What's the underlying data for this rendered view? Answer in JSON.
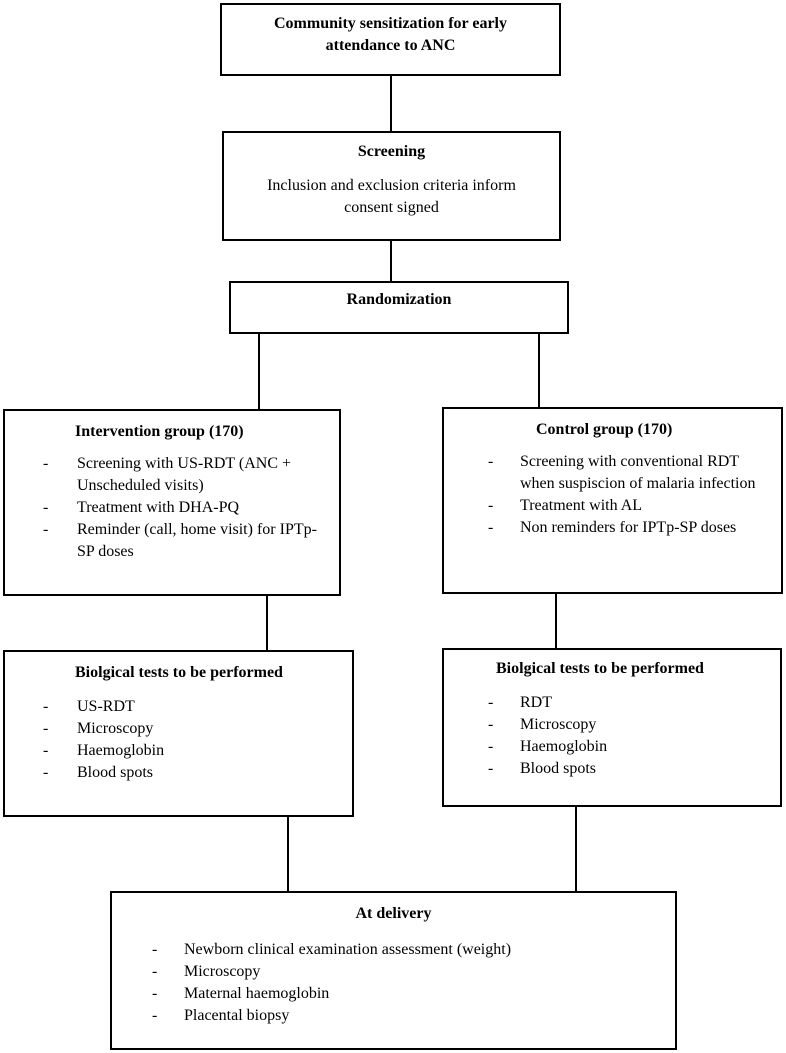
{
  "diagram": {
    "community": {
      "title": "Community sensitization for early attendance to ANC"
    },
    "screening": {
      "title": "Screening",
      "text": "Inclusion and exclusion criteria inform consent signed"
    },
    "randomization": {
      "title": "Randomization"
    },
    "intervention": {
      "title": "Intervention group (170)",
      "items": [
        "Screening with US-RDT (ANC + Unscheduled visits)",
        "Treatment with DHA-PQ",
        "Reminder (call, home visit) for IPTp-SP doses"
      ]
    },
    "control": {
      "title": "Control group (170)",
      "items": [
        "Screening with conventional RDT when suspiscion of malaria infection",
        "Treatment with AL",
        "Non reminders for IPTp-SP doses"
      ]
    },
    "tests_left": {
      "title": "Biolgical tests to be performed",
      "items": [
        "US-RDT",
        "Microscopy",
        "Haemoglobin",
        "Blood spots"
      ]
    },
    "tests_right": {
      "title": "Biolgical tests to be performed",
      "items": [
        "RDT",
        "Microscopy",
        "Haemoglobin",
        "Blood spots"
      ]
    },
    "delivery": {
      "title": "At delivery",
      "items": [
        "Newborn clinical examination assessment (weight)",
        "Microscopy",
        "Maternal haemoglobin",
        "Placental biopsy"
      ]
    },
    "dash": "-"
  }
}
